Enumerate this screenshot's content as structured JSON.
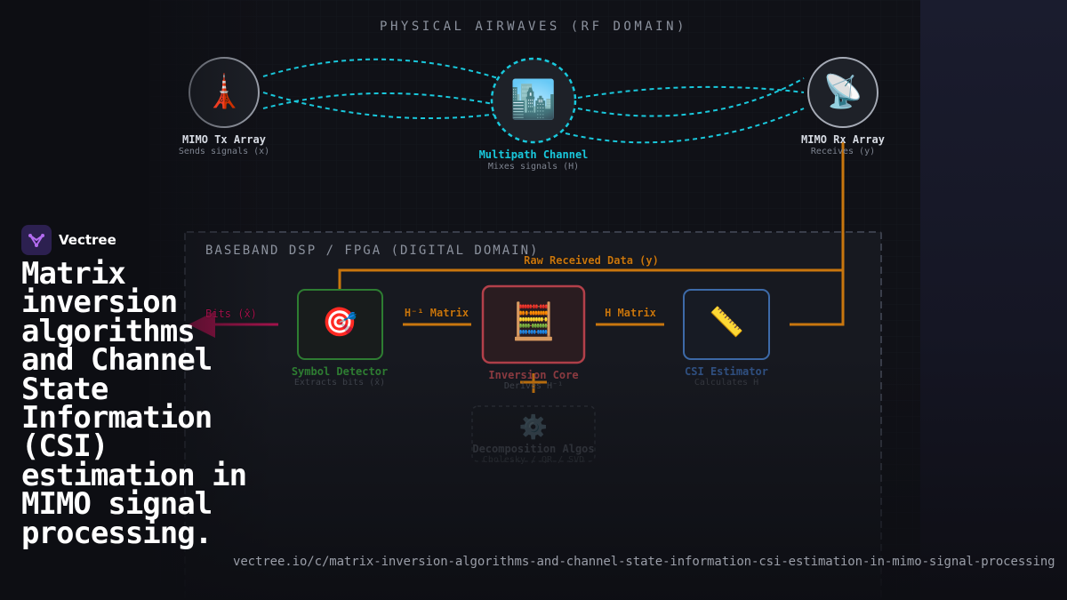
{
  "rf_domain": {
    "title": "PHYSICAL AIRWAVES (RF DOMAIN)",
    "tx": {
      "icon": "🗼",
      "icon_name": "tower-icon",
      "label": "MIMO Tx Array",
      "sub": "Sends signals (x)"
    },
    "channel": {
      "icon": "🏙️",
      "icon_name": "city-icon",
      "label": "Multipath Channel",
      "sub": "Mixes signals (H)"
    },
    "rx": {
      "icon": "📡",
      "icon_name": "satellite-dish-icon",
      "label": "MIMO Rx Array",
      "sub": "Receives (y)"
    }
  },
  "baseband": {
    "title": "BASEBAND DSP / FPGA (DIGITAL DOMAIN)",
    "raw_data_label": "Raw Received Data (y)",
    "bits_label": "Bits (x̂)",
    "hinv_label": "H⁻¹ Matrix",
    "h_label": "H Matrix",
    "detector": {
      "icon": "🎯",
      "icon_name": "target-icon",
      "label": "Symbol Detector",
      "sub": "Extracts bits (x̂)"
    },
    "inversion": {
      "icon": "🧮",
      "icon_name": "abacus-icon",
      "label": "Inversion Core",
      "sub": "Derives H⁻¹"
    },
    "csi": {
      "icon": "📏",
      "icon_name": "ruler-icon",
      "label": "CSI Estimator",
      "sub": "Calculates Ĥ"
    },
    "decomposition": {
      "icon": "⚙️",
      "icon_name": "gear-icon",
      "label": "Decomposition Algos",
      "sub": "Cholesky / QR / SVD"
    }
  },
  "brand": {
    "name": "Vectree",
    "icon_name": "vectree-logo-icon"
  },
  "headline": "Matrix inversion algorithms and Channel State Information (CSI) estimation in MIMO signal processing.",
  "url": "vectree.io/c/matrix-inversion-algorithms-and-channel-state-information-csi-estimation-in-mimo-signal-processing",
  "colors": {
    "background": "#0d0e13",
    "rf_link": "#19c8dc",
    "baseband_link": "#c9760e",
    "bits_link": "#a0124a",
    "detector": "#2e7d32",
    "inversion": "#b3404a",
    "csi": "#3d6aa8"
  }
}
